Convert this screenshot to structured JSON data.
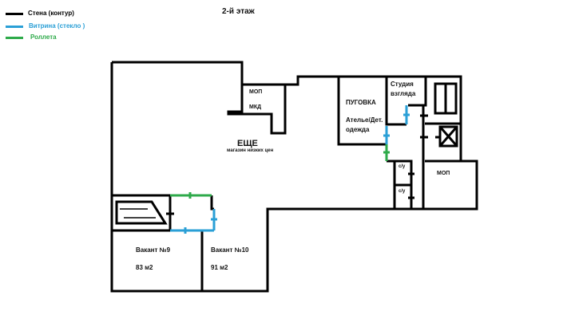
{
  "title": "2-й этаж",
  "legend": [
    {
      "label": "Стена (контур)",
      "color": "#000000"
    },
    {
      "label": "Витрина (стекло )",
      "color": "#2a9fd6"
    },
    {
      "label": "Роллета",
      "color": "#2eaa4a"
    }
  ],
  "rooms": {
    "mop_mkd_1": "МОП",
    "mop_mkd_2": "МКД",
    "eshche": "ЕЩЕ",
    "eshche_sub": "магазин низких цен",
    "pugovka": "ПУГОВКА",
    "pugovka_sub1": "Ателье/Дет.",
    "pugovka_sub2": "одежда",
    "studio1": "Студия",
    "studio2": "взгляда",
    "wc1": "с/у",
    "wc2": "с/у",
    "mop": "МОП",
    "vacant9": "Вакант №9",
    "vacant9_area": "83 м2",
    "vacant10": "Вакант №10",
    "vacant10_area": "91 м2"
  }
}
